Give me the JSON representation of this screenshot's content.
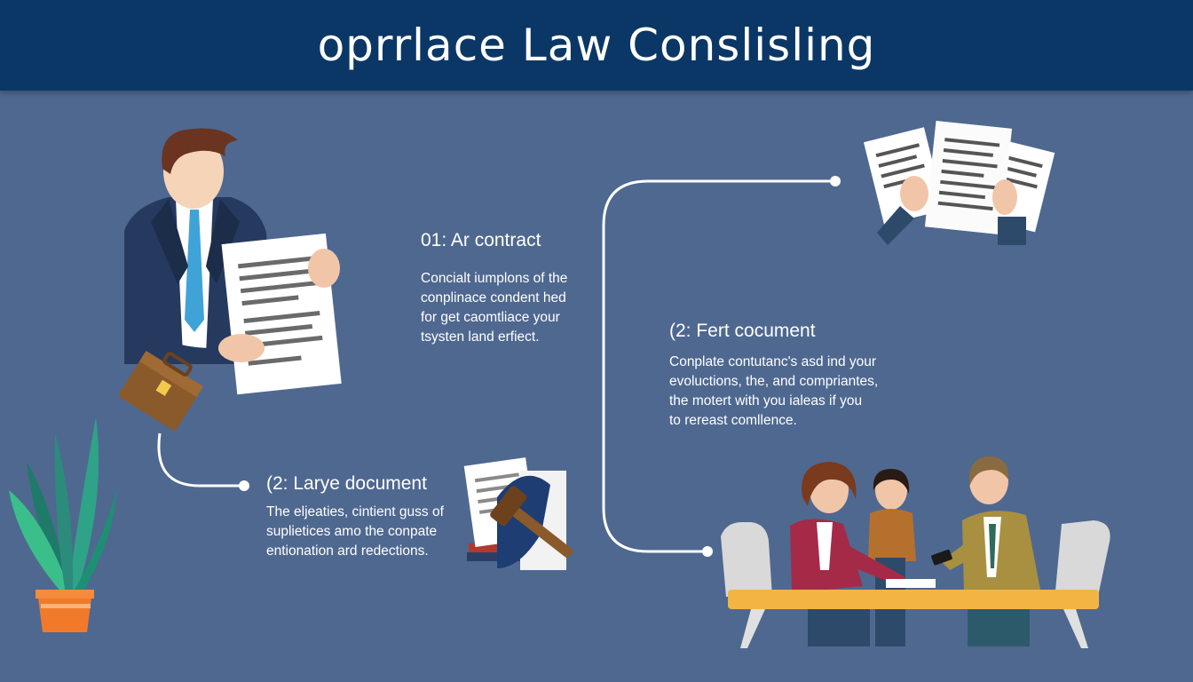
{
  "header": {
    "title": "oprrlace Law Conslisling"
  },
  "steps": [
    {
      "title": "01: Ar contract",
      "lines": [
        "Concialt iumplons of the",
        "conplinace condent hed",
        "for get caomtliace your",
        "tsysten land erfiect."
      ]
    },
    {
      "title": "(2: Larye document",
      "lines": [
        "The eljeaties, cintient guss of",
        "suplietices amo the conpate",
        "entionation ard redections."
      ]
    },
    {
      "title": "(2: Fert cocument",
      "lines": [
        "Conplate contutanc's asd ind your",
        "evoluctions, the, and compriantes,",
        "the motert with you ialeas if you",
        "to rereast comllence."
      ]
    }
  ],
  "icons": {
    "lawyer": "lawyer-holding-document-icon",
    "briefcase": "briefcase-icon",
    "plant": "potted-plant-icon",
    "legal_docs": "documents-with-gavel-icon",
    "hands_docs": "hands-holding-papers-icon",
    "meeting": "consultation-meeting-icon"
  },
  "colors": {
    "background": "#4f6890",
    "header": "#0b3766",
    "connector": "#ffffff",
    "table": "#f2b544",
    "plant_pot": "#f07a2a"
  }
}
